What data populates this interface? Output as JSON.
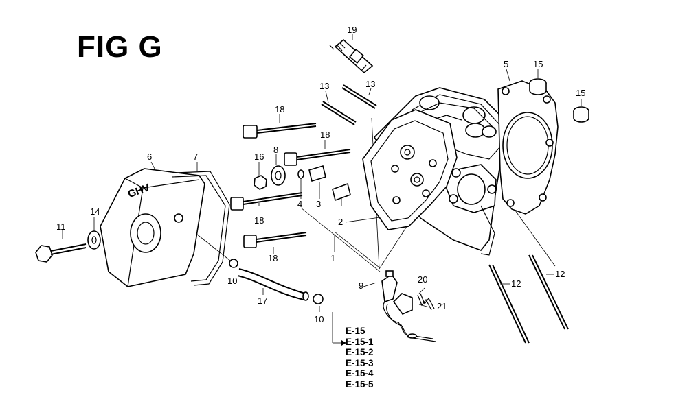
{
  "figure": {
    "title": "FIG G"
  },
  "callouts": [
    {
      "id": "19",
      "label": "19"
    },
    {
      "id": "5",
      "label": "5"
    },
    {
      "id": "15a",
      "label": "15"
    },
    {
      "id": "15b",
      "label": "15"
    },
    {
      "id": "13a",
      "label": "13"
    },
    {
      "id": "13b",
      "label": "13"
    },
    {
      "id": "18a",
      "label": "18"
    },
    {
      "id": "18b",
      "label": "18"
    },
    {
      "id": "16",
      "label": "16"
    },
    {
      "id": "8",
      "label": "8"
    },
    {
      "id": "6",
      "label": "6"
    },
    {
      "id": "7",
      "label": "7"
    },
    {
      "id": "4",
      "label": "4"
    },
    {
      "id": "3",
      "label": "3"
    },
    {
      "id": "2",
      "label": "2"
    },
    {
      "id": "18c",
      "label": "18"
    },
    {
      "id": "14",
      "label": "14"
    },
    {
      "id": "11",
      "label": "11"
    },
    {
      "id": "18d",
      "label": "18"
    },
    {
      "id": "1",
      "label": "1"
    },
    {
      "id": "10a",
      "label": "10"
    },
    {
      "id": "17",
      "label": "17"
    },
    {
      "id": "9",
      "label": "9"
    },
    {
      "id": "20",
      "label": "20"
    },
    {
      "id": "21",
      "label": "21"
    },
    {
      "id": "10b",
      "label": "10"
    },
    {
      "id": "12a",
      "label": "12"
    },
    {
      "id": "12b",
      "label": "12"
    }
  ],
  "cover_marking": "GHV",
  "references": [
    "E-15",
    "E-15-1",
    "E-15-2",
    "E-15-3",
    "E-15-4",
    "E-15-5"
  ]
}
